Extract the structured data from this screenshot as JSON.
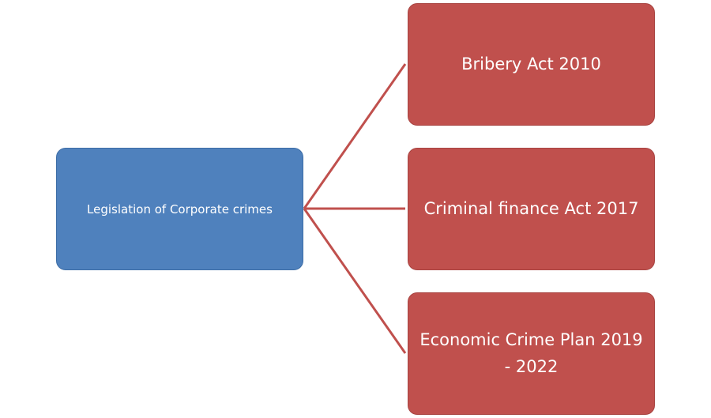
{
  "diagram": {
    "root": {
      "label": "Legislation of Corporate crimes"
    },
    "children": [
      {
        "label": "Bribery Act 2010"
      },
      {
        "label": "Criminal finance Act 2017"
      },
      {
        "label": "Economic Crime Plan 2019 - 2022"
      }
    ],
    "colors": {
      "root_fill": "#4f81bd",
      "child_fill": "#c0504d",
      "connector": "#c0504d"
    }
  }
}
